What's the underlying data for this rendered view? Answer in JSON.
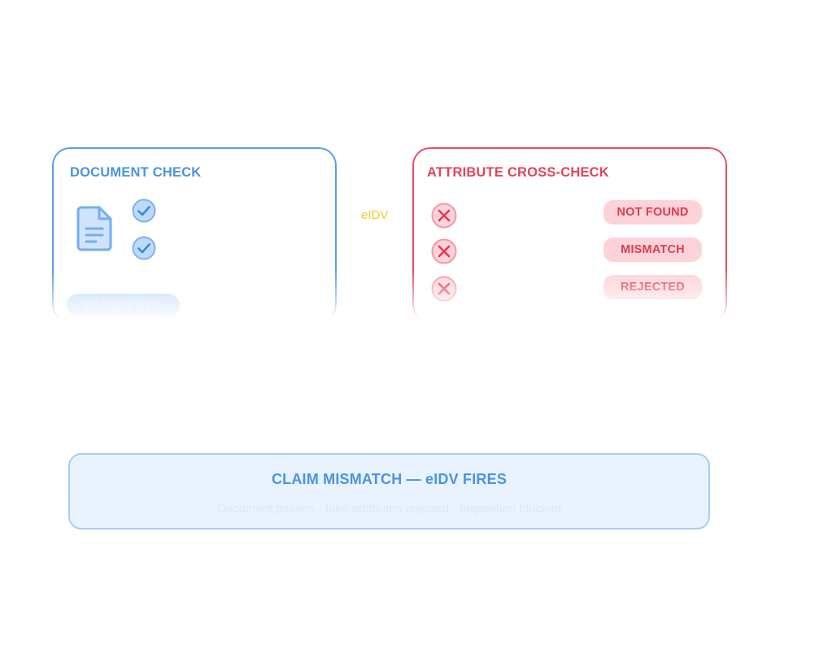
{
  "document_check": {
    "title": "DOCUMENT CHECK",
    "status": "PASSES KYC",
    "icons": [
      "document-icon",
      "check-circle-icon",
      "check-circle-icon"
    ]
  },
  "connector": {
    "label": "eIDV"
  },
  "attribute_check": {
    "title": "ATTRIBUTE CROSS-CHECK",
    "rows": [
      {
        "icon": "x-circle-icon",
        "status": "NOT FOUND"
      },
      {
        "icon": "x-circle-icon",
        "status": "MISMATCH"
      },
      {
        "icon": "x-circle-icon",
        "status": "REJECTED"
      }
    ]
  },
  "banner": {
    "title": "CLAIM MISMATCH — eIDV FIRES",
    "subtitle": "Document passes · fake attributes rejected · origination blocked"
  },
  "colors": {
    "blue": "#4a93e3",
    "red": "#e2445a",
    "yellow": "#efca2c",
    "light_blue": "#e8f3fd",
    "light_red": "#fcd3d8"
  }
}
